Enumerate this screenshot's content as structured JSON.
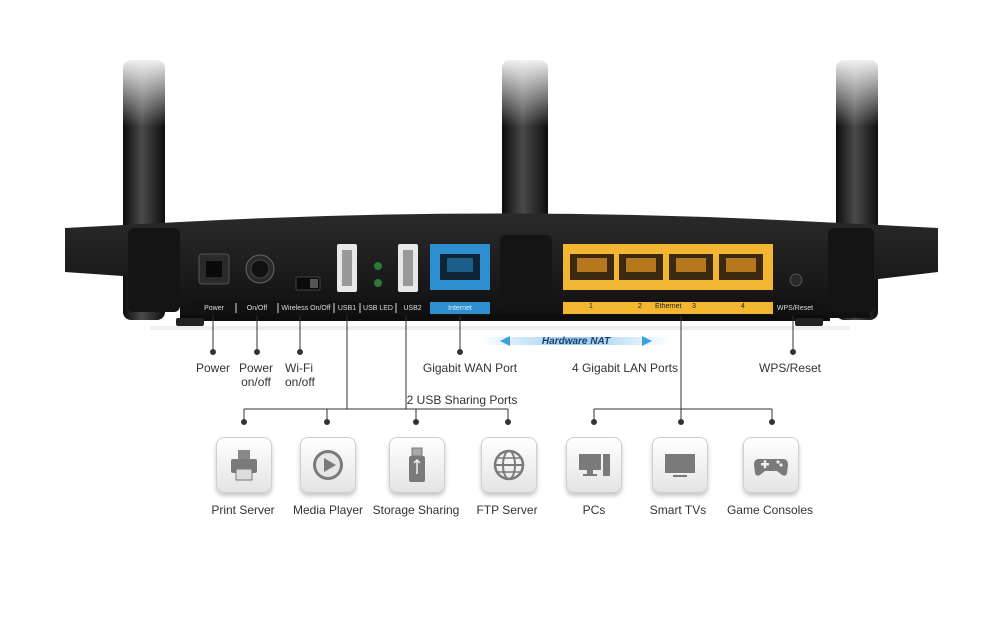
{
  "panel": {
    "power": "Power",
    "onoff": "On/Off",
    "wireless": "Wireless On/Off",
    "usb1": "USB1",
    "usb_led": "USB LED",
    "usb2": "USB2",
    "internet": "Internet",
    "lan_port_numbers": [
      "1",
      "2",
      "3",
      "4"
    ],
    "ethernet": "Ethernet",
    "wps_reset": "WPS/Reset"
  },
  "hardware_nat": "Hardware NAT",
  "callouts": {
    "power": "Power",
    "power_onoff": [
      "Power",
      "on/off"
    ],
    "wifi_onoff": [
      "Wi-Fi",
      "on/off"
    ],
    "wan": "Gigabit WAN Port",
    "lan": "4 Gigabit LAN Ports",
    "wps": "WPS/Reset",
    "usb_sharing": "2 USB Sharing Ports"
  },
  "usb_uses": [
    {
      "label": "Print Server",
      "icon": "printer-icon"
    },
    {
      "label": "Media Player",
      "icon": "play-icon"
    },
    {
      "label": "Storage Sharing",
      "icon": "usb-drive-icon"
    },
    {
      "label": "FTP Server",
      "icon": "globe-icon"
    }
  ],
  "lan_uses": [
    {
      "label": "PCs",
      "icon": "pc-icon"
    },
    {
      "label": "Smart TVs",
      "icon": "tv-icon"
    },
    {
      "label": "Game Consoles",
      "icon": "gamepad-icon"
    }
  ],
  "colors": {
    "wan_port": "#2e8fd0",
    "lan_ports": "#f2b632",
    "router_body": "#1b1b1b",
    "nat_accent": "#3aa0e0"
  }
}
